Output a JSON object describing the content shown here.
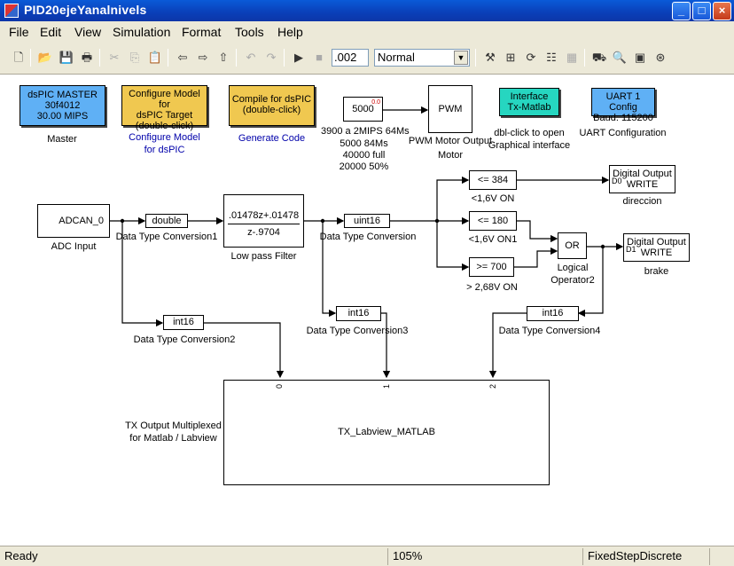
{
  "window": {
    "title": "PID20ejeYanalnivels",
    "btn_minimize": "_",
    "btn_maximize": "□",
    "btn_close": "×"
  },
  "menu": [
    "File",
    "Edit",
    "View",
    "Simulation",
    "Format",
    "Tools",
    "Help"
  ],
  "toolbar": {
    "stop_time": ".002",
    "sim_mode": "Normal"
  },
  "blocks": {
    "master": {
      "line1": "dsPIC MASTER",
      "line2": "30f4012",
      "line3": "30.00 MIPS",
      "label": "Master",
      "color": "#5fb0f5"
    },
    "configure": {
      "line1": "Configure Model for",
      "line2": "dsPIC Target",
      "line3": "(double-click)",
      "label1": "Configure Model",
      "label2": "for dsPIC",
      "color": "#f0c850"
    },
    "compile": {
      "line1": "Compile for dsPIC",
      "line2": "(double-click)",
      "label": "Generate Code",
      "color": "#f0c850"
    },
    "pwm_const": {
      "value": "5000",
      "port": "0.0",
      "note1": "3900 a 2MIPS 64Ms",
      "note2": "5000 84Ms",
      "note3": "40000 full",
      "note4": "20000 50%"
    },
    "pwm_motor": {
      "text": "PWM Motor",
      "label": "PWM Motor Output"
    },
    "interface": {
      "line1": "Interface",
      "line2": "Tx-Matlab",
      "label1": "dbl-click to open",
      "label2": "Graphical interface",
      "color": "#26d6c0"
    },
    "uart": {
      "line1": "UART 1 Config",
      "line2": "Baud: 115200",
      "label": "UART Configuration",
      "color": "#5fb0f5"
    },
    "adc": {
      "text": "ADCAN_0",
      "label": "ADC Input"
    },
    "dtc1": {
      "text": "double",
      "label": "Data Type Conversion1"
    },
    "filter": {
      "num": ".01478z+.01478",
      "den": "z-.9704",
      "label": "Low pass Filter"
    },
    "dtc": {
      "text": "uint16",
      "label": "Data Type Conversion"
    },
    "cmp1": {
      "text": "<= 384",
      "label": "<1,6V  ON"
    },
    "cmp2": {
      "text": "<= 180",
      "label": "<1,6V  ON1"
    },
    "cmp3": {
      "text": ">= 700",
      "label": "> 2,68V  ON"
    },
    "or_gate": {
      "text": "OR",
      "label1": "Logical",
      "label2": "Operator2"
    },
    "dout0": {
      "line1": "Digital Output",
      "line2": "WRITE",
      "port": "D0",
      "label": "direccion"
    },
    "dout1": {
      "line1": "Digital Output",
      "line2": "WRITE",
      "port": "D1",
      "label": "brake"
    },
    "dtc2": {
      "text": "int16",
      "label": "Data Type Conversion2"
    },
    "dtc3": {
      "text": "int16",
      "label": "Data Type Conversion3"
    },
    "dtc4": {
      "text": "int16",
      "label": "Data Type Conversion4"
    },
    "tx": {
      "text": "TX_Labview_MATLAB",
      "label1": "TX Output Multiplexed",
      "label2": "for Matlab / Labview",
      "port0": "0",
      "port1": "1",
      "port2": "2"
    }
  },
  "status": {
    "state": "Ready",
    "zoom": "105%",
    "solver": "FixedStepDiscrete"
  }
}
